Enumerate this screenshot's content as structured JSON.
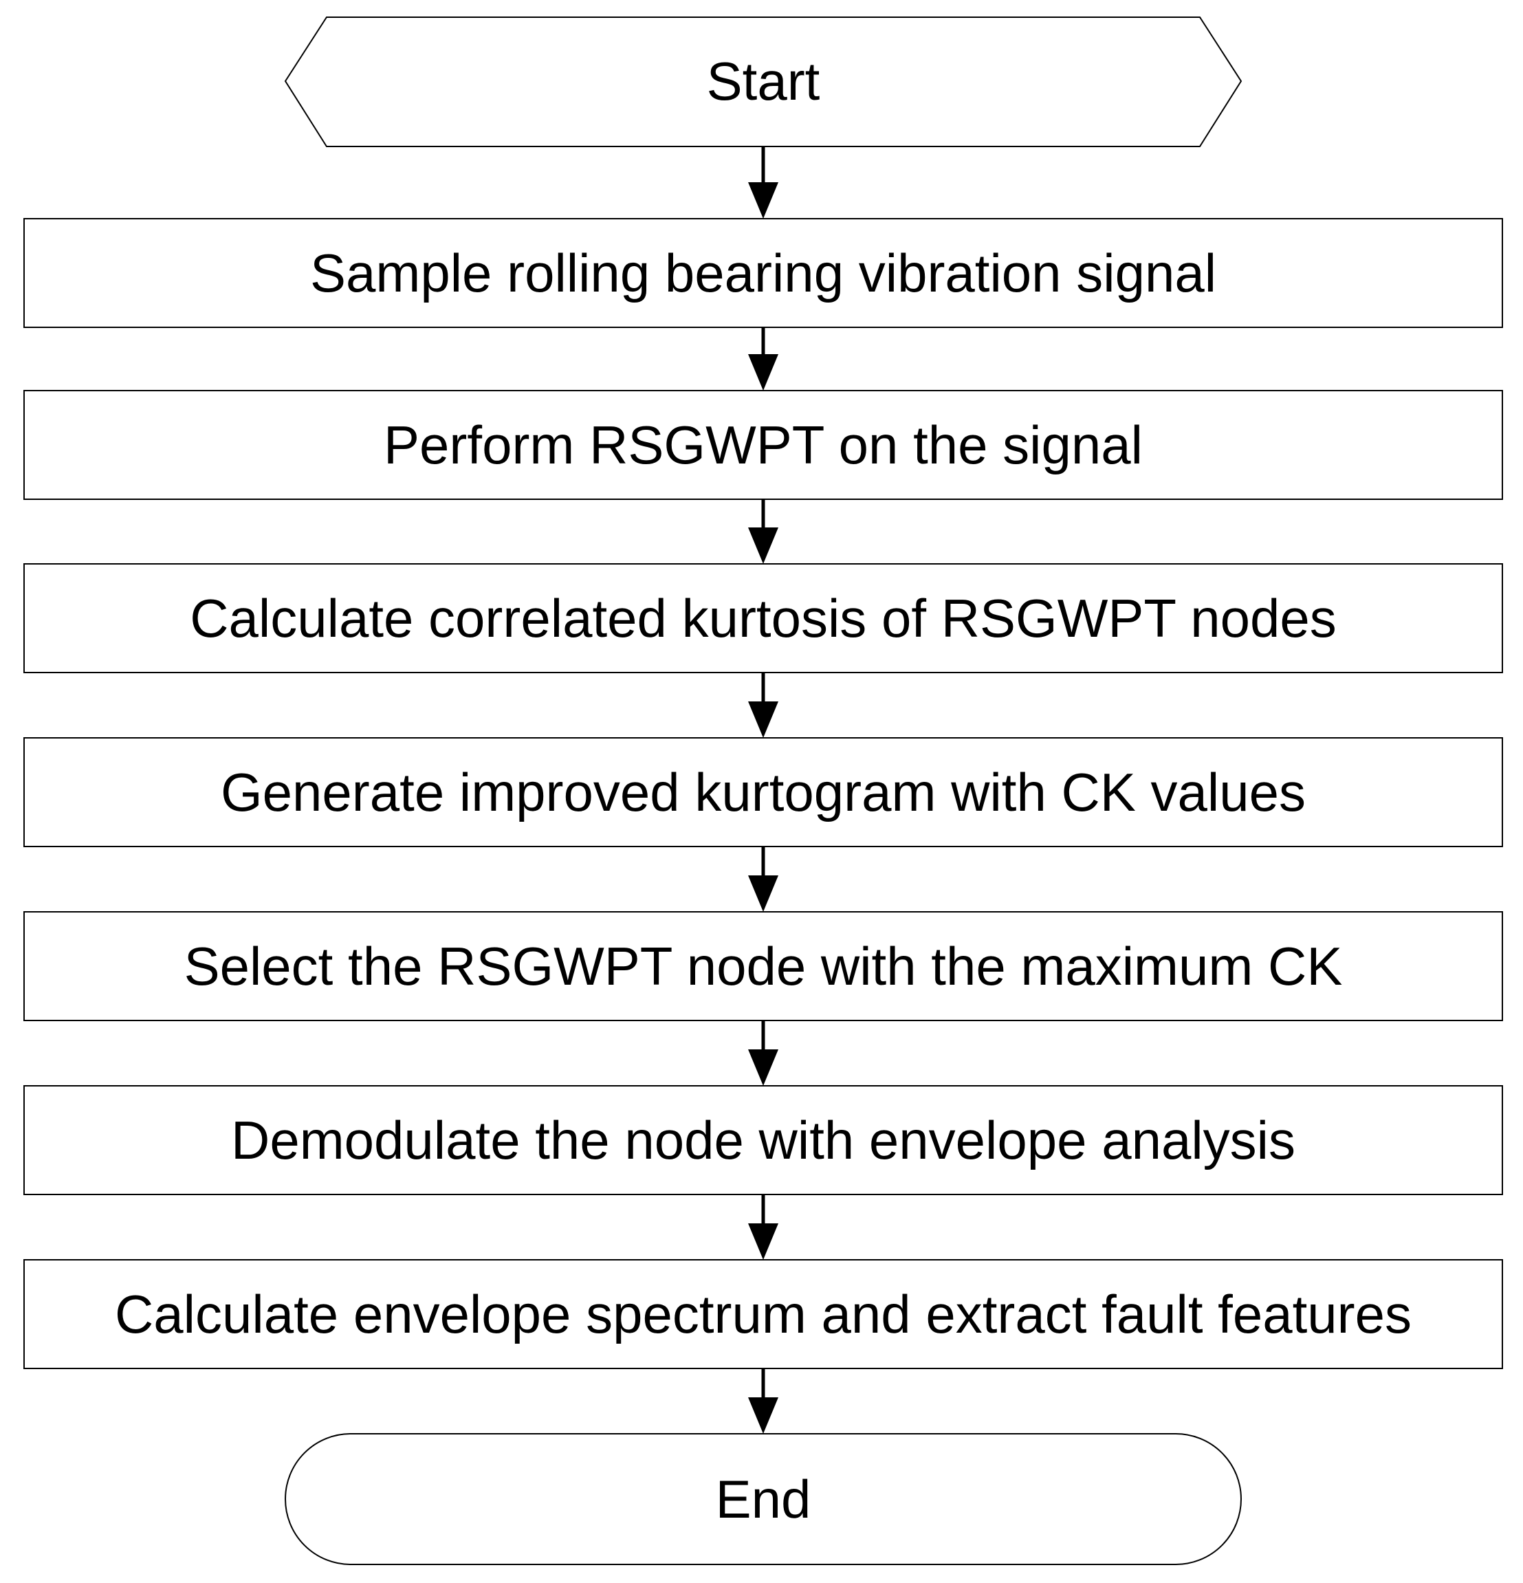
{
  "flowchart": {
    "start": {
      "label": "Start"
    },
    "steps": [
      {
        "label": "Sample rolling bearing vibration signal"
      },
      {
        "label": "Perform RSGWPT on the signal"
      },
      {
        "label": "Calculate correlated kurtosis of RSGWPT nodes"
      },
      {
        "label": "Generate improved kurtogram with CK values"
      },
      {
        "label": "Select the RSGWPT node with the maximum CK"
      },
      {
        "label": "Demodulate the node with envelope analysis"
      },
      {
        "label": "Calculate envelope spectrum and extract fault features"
      }
    ],
    "end": {
      "label": "End"
    }
  }
}
